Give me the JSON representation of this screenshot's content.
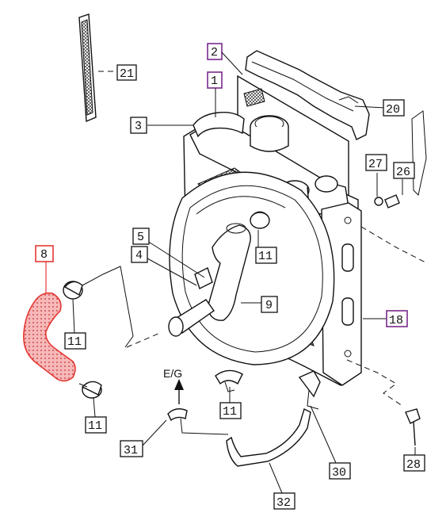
{
  "colors": {
    "line": "#111111",
    "purple_callout": "#7a2a8c",
    "highlight": "#e53935",
    "highlight_fill": "#f6b8b8"
  },
  "callouts": {
    "c1": "1",
    "c2": "2",
    "c3": "3",
    "c4": "4",
    "c5": "5",
    "c8": "8",
    "c9": "9",
    "c11a": "11",
    "c11b": "11",
    "c11c": "11",
    "c11d": "11",
    "c18": "18",
    "c20": "20",
    "c21": "21",
    "c26": "26",
    "c27": "27",
    "c28": "28",
    "c30": "30",
    "c31": "31",
    "c32": "32"
  },
  "direction_label": "E/G",
  "highlighted_part": "8"
}
